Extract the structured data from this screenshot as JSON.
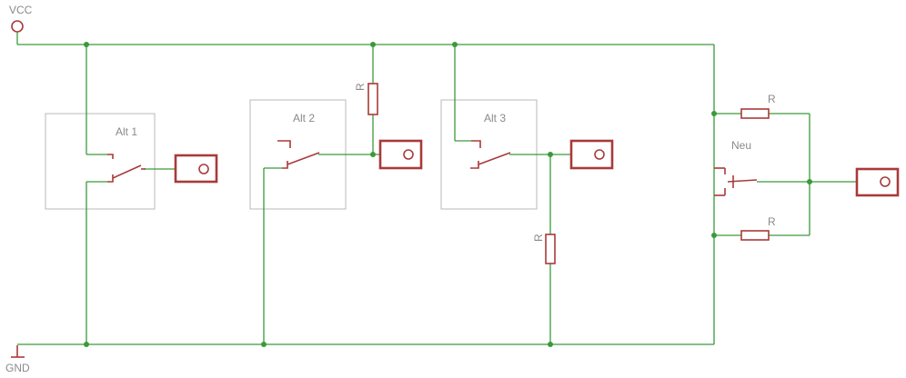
{
  "supply": {
    "vcc_label": "VCC",
    "gnd_label": "GND"
  },
  "alternatives": [
    {
      "label": "Alt 1"
    },
    {
      "label": "Alt 2",
      "resistor_label": "R"
    },
    {
      "label": "Alt 3",
      "resistor_label": "R"
    }
  ],
  "new_circuit": {
    "label": "Neu",
    "resistor_top_label": "R",
    "resistor_bottom_label": "R"
  },
  "colors": {
    "wire": "#3a9a3a",
    "component": "#a83a3a",
    "frame": "#b8b8b8",
    "text": "#8a8a8a"
  }
}
